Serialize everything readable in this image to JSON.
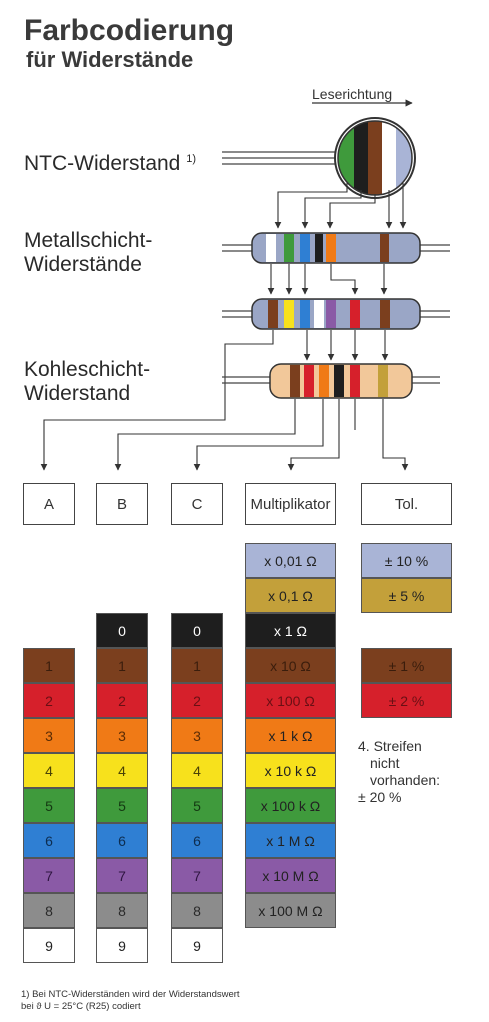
{
  "title": "Farbcodierung",
  "subtitle": "für Widerstände",
  "reading_direction": "Leserichtung",
  "resistors": {
    "ntc_label": "NTC-Widerstand",
    "ntc_sup": "1)",
    "metal_label_1": "Metallschicht-",
    "metal_label_2": "Widerstände",
    "carbon_label_1": "Kohleschicht-",
    "carbon_label_2": "Widerstand"
  },
  "headers": {
    "a": "A",
    "b": "B",
    "c": "C",
    "multiplier": "Multiplikator",
    "tol": "Tol."
  },
  "colors": {
    "black": "#1e1e1e",
    "brown": "#7b3f1e",
    "red": "#d6202b",
    "orange": "#f07a16",
    "yellow": "#f7e11c",
    "green": "#3f9a3c",
    "blue": "#2f7fd3",
    "violet": "#8a5aa6",
    "grey": "#8c8c8c",
    "white": "#ffffff",
    "silver": "#a9b4d6",
    "gold": "#c3a03a"
  },
  "columns": {
    "a": [
      "1",
      "2",
      "3",
      "4",
      "5",
      "6",
      "7",
      "8",
      "9"
    ],
    "b": [
      "0",
      "1",
      "2",
      "3",
      "4",
      "5",
      "6",
      "7",
      "8",
      "9"
    ],
    "c": [
      "0",
      "1",
      "2",
      "3",
      "4",
      "5",
      "6",
      "7",
      "8",
      "9"
    ],
    "multiplier": [
      "x  0,01 Ω",
      "x   0,1 Ω",
      "x      1 Ω",
      "x    10 Ω",
      "x  100 Ω",
      "x   1 k Ω",
      "x  10 k Ω",
      "x 100 k Ω",
      "x   1 M Ω",
      "x  10 M Ω",
      "x 100 M Ω"
    ],
    "tolerance": [
      "± 10 %",
      "±   5 %",
      "±   1 %",
      "±   2 %"
    ]
  },
  "note_4th_band": [
    "4. Streifen",
    "nicht",
    "vorhanden:",
    "± 20 %"
  ],
  "footnote": {
    "line1": "1) Bei NTC-Widerständen wird der Widerstandswert",
    "line2": "bei ϑ U = 25°C (R25) codiert"
  }
}
